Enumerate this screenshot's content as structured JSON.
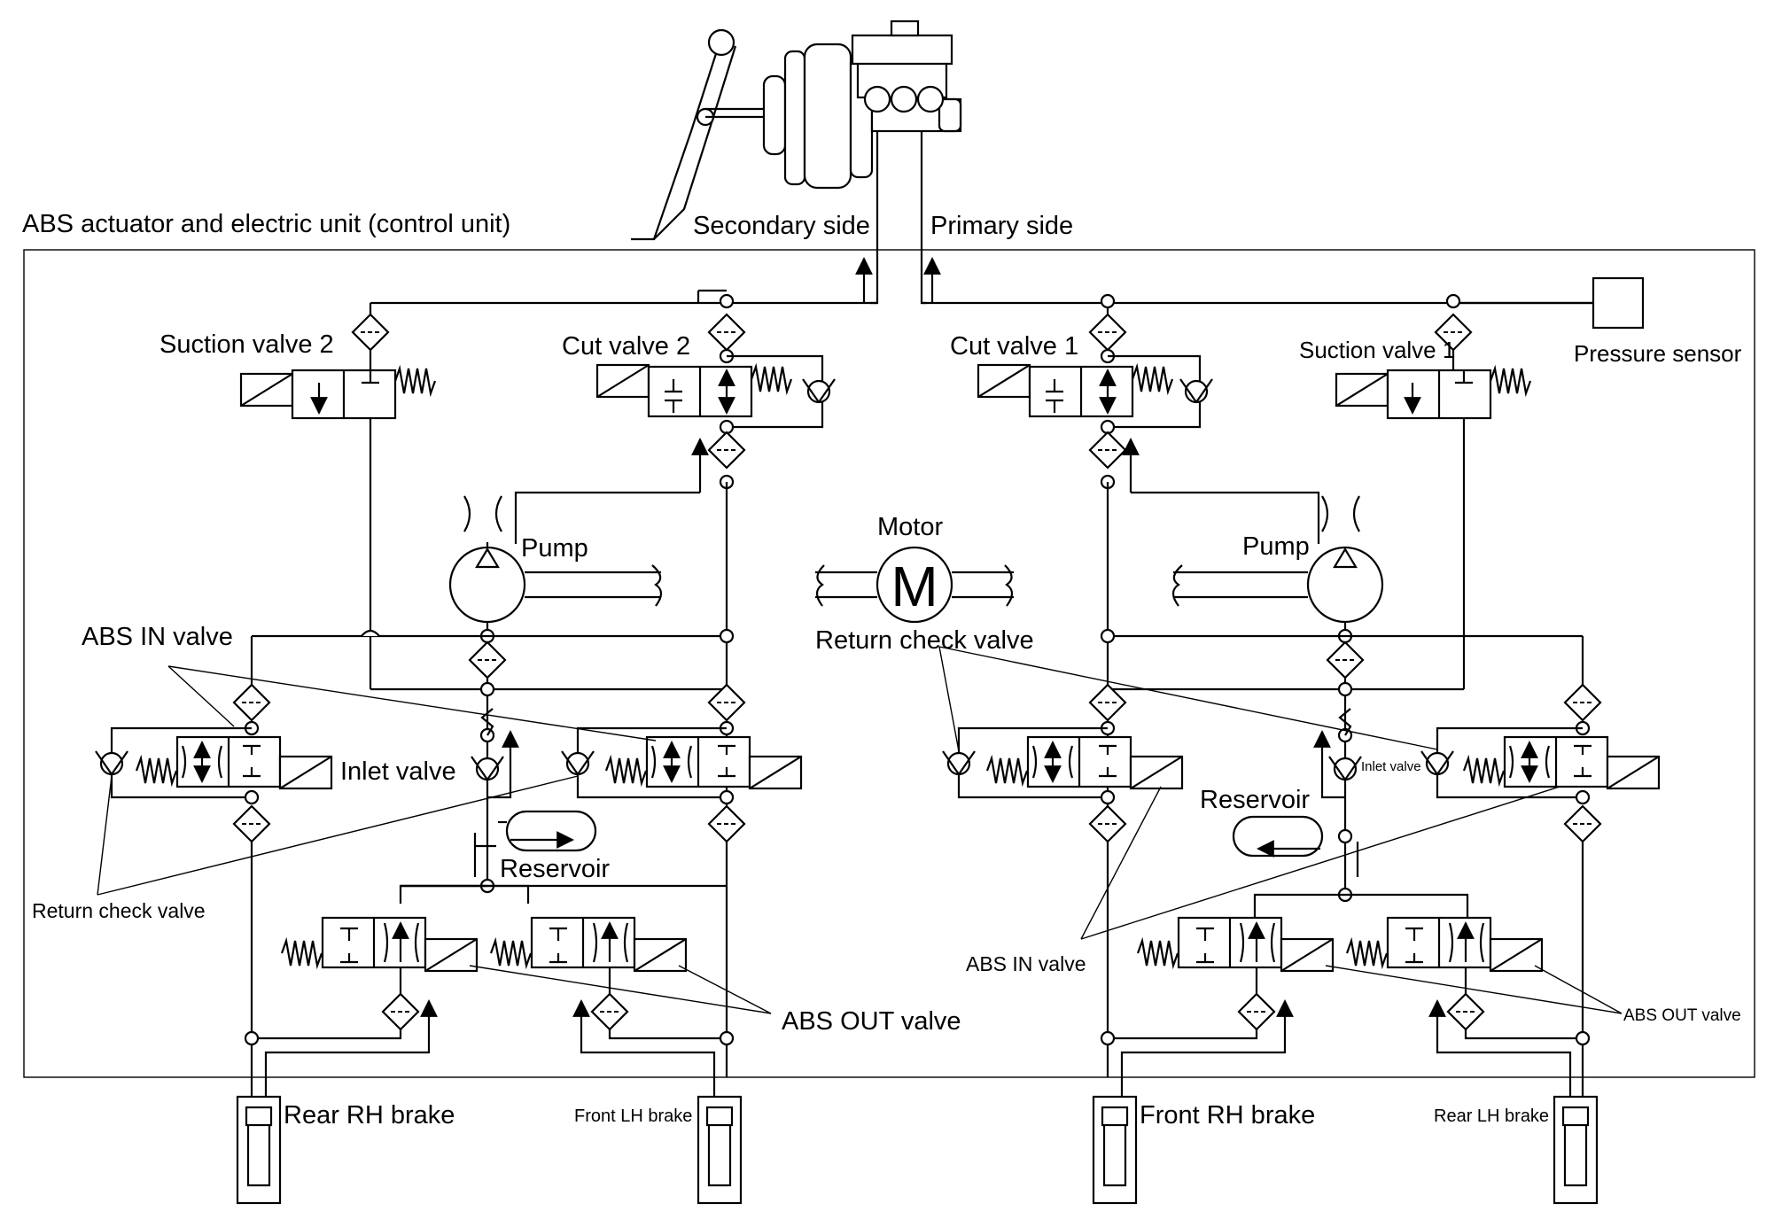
{
  "unit_title": "ABS actuator and electric unit (control unit)",
  "sides": {
    "secondary": "Secondary side",
    "primary": "Primary side"
  },
  "valves": {
    "suction_valve_2": "Suction valve 2",
    "cut_valve_2": "Cut valve 2",
    "cut_valve_1": "Cut valve 1",
    "suction_valve_1": "Suction valve 1"
  },
  "pressure_sensor": "Pressure sensor",
  "pump_left": "Pump",
  "pump_right": "Pump",
  "motor": {
    "label": "Motor",
    "symbol": "M"
  },
  "abs_in_valve_left": "ABS IN valve",
  "abs_in_valve_right": "ABS IN valve",
  "return_check_valve_top": "Return check valve",
  "return_check_valve_bottom": "Return check valve",
  "inlet_valve_left": "Inlet valve",
  "inlet_valve_right": "Inlet valve",
  "reservoir_left": "Reservoir",
  "reservoir_right": "Reservoir",
  "abs_out_valve_left": "ABS OUT valve",
  "abs_out_valve_right": "ABS OUT valve",
  "brakes": {
    "rear_rh": "Rear RH brake",
    "front_lh": "Front LH brake",
    "front_rh": "Front RH brake",
    "rear_lh": "Rear LH brake"
  }
}
